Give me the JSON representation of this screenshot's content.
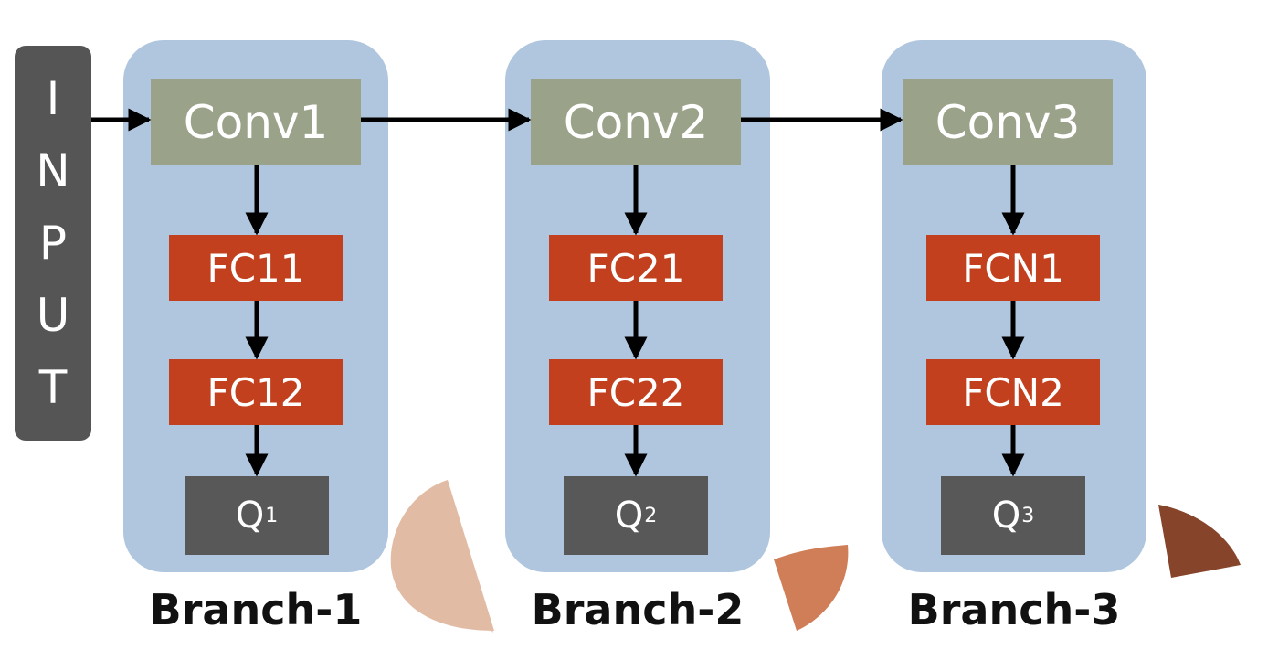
{
  "input": {
    "letters": [
      "I",
      "N",
      "P",
      "U",
      "T"
    ]
  },
  "branches": [
    {
      "label": "Branch-1",
      "conv": "Conv1",
      "fc_top": "FC11",
      "fc_bottom": "FC12",
      "q_base": "Q",
      "q_sub": "1"
    },
    {
      "label": "Branch-2",
      "conv": "Conv2",
      "fc_top": "FC21",
      "fc_bottom": "FC22",
      "q_base": "Q",
      "q_sub": "2"
    },
    {
      "label": "Branch-3",
      "conv": "Conv3",
      "fc_top": "FCN1",
      "fc_bottom": "FCN2",
      "q_base": "Q",
      "q_sub": "3"
    }
  ],
  "colors": {
    "panel": "#b0c6de",
    "conv": "#9aa38a",
    "fc": "#c2401d",
    "q": "#585858",
    "input": "#555555",
    "wedge1": "#e2bba5",
    "wedge2": "#cf7e58",
    "wedge3": "#86442a"
  }
}
